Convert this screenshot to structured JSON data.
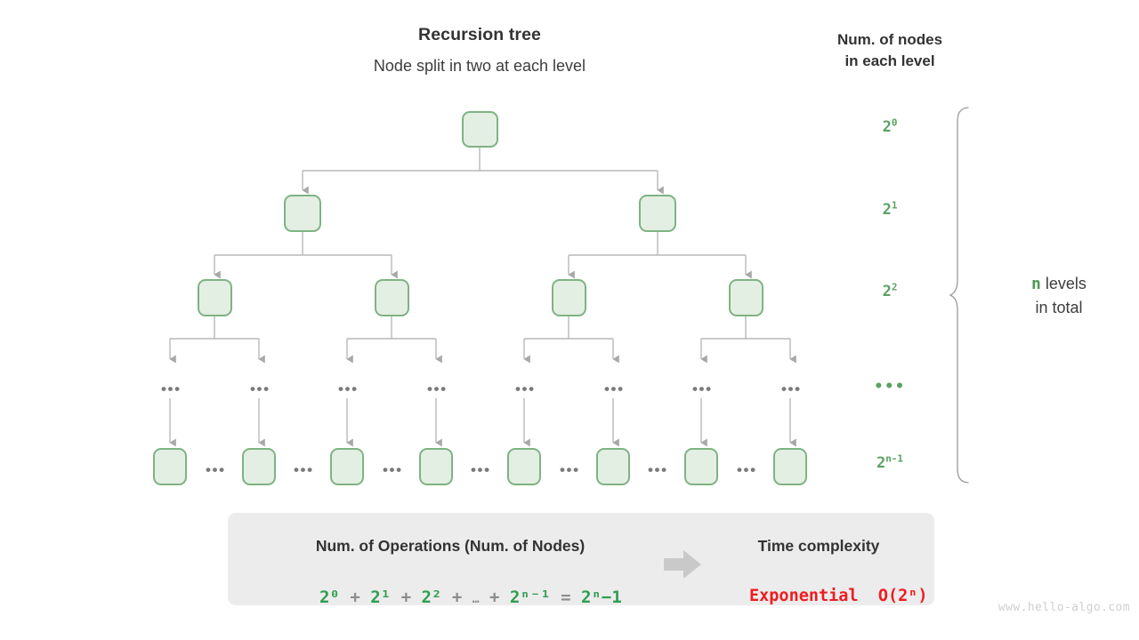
{
  "title": "Recursion tree",
  "subtitle": "Node split in two at each level",
  "right_heading_line1": "Num. of nodes",
  "right_heading_line2": "in each level",
  "colors": {
    "node_fill": "#e4efe3",
    "node_border": "#7eb382",
    "connector": "#b0b0b0",
    "label_green": "#5aa263",
    "formula_green": "#2f9e4f",
    "complexity_red": "#ee1c20",
    "panel_bg": "#ececec",
    "text": "#333333",
    "watermark": "#cfcfcf"
  },
  "levels": [
    {
      "id": "level-0",
      "label_base": "2",
      "label_exp": "0",
      "node_count": 1
    },
    {
      "id": "level-1",
      "label_base": "2",
      "label_exp": "1",
      "node_count": 2
    },
    {
      "id": "level-2",
      "label_base": "2",
      "label_exp": "2",
      "node_count": 4
    },
    {
      "id": "level-ellipsis",
      "label_base": "",
      "label_exp": "",
      "ellipsis": "•••",
      "node_count": 8
    },
    {
      "id": "level-last",
      "label_base": "2",
      "label_exp": "n-1",
      "node_count": 8
    }
  ],
  "total_label": {
    "variable": "n",
    "text_line1": "levels",
    "text_line2": "in total"
  },
  "summary": {
    "operations_title": "Num. of Operations (Num. of Nodes)",
    "formula": {
      "terms": [
        "2⁰",
        "2¹",
        "2²",
        "…",
        "2ⁿ⁻¹"
      ],
      "operator": "+",
      "equals": "=",
      "result": "2ⁿ−1",
      "plain": "2⁰ + 2¹ + 2² + … + 2ⁿ⁻¹ = 2ⁿ−1"
    },
    "time_complexity_title": "Time complexity",
    "time_complexity_value": "Exponential  O(2ⁿ)",
    "time_complexity_word": "Exponential",
    "time_complexity_big_o": "O(2ⁿ)"
  },
  "watermark": "www.hello-algo.com"
}
